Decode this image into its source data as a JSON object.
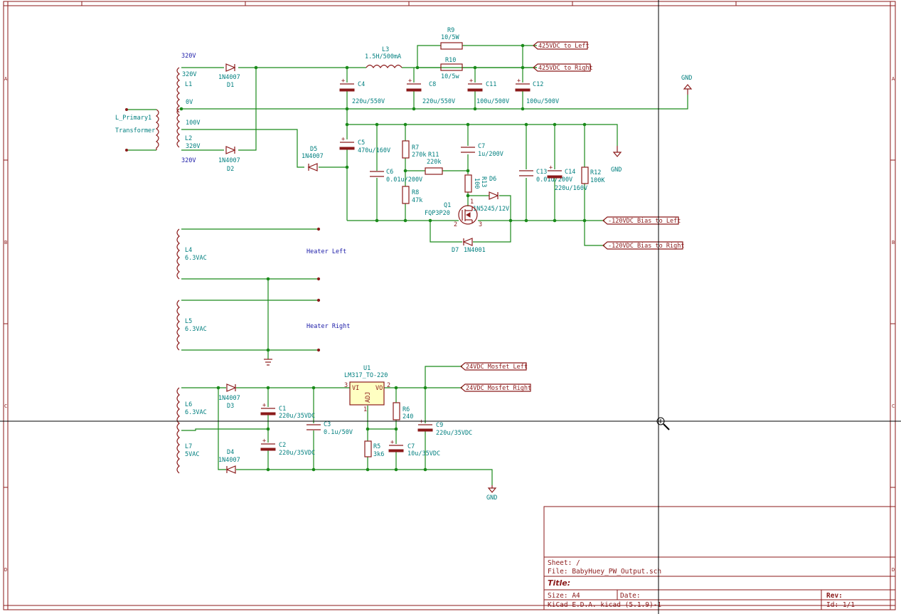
{
  "window": {
    "app": "KiCad Eeschema"
  },
  "colors": {
    "wire": "#1a8a1a",
    "component": "#8b1a1a",
    "text": "#007f7f",
    "net": "#1c1ca8",
    "background": "#ffffff"
  },
  "border": {
    "zone_letters": [
      "A",
      "B",
      "C",
      "D"
    ]
  },
  "transformer": {
    "primary_ref": "L_Primary1",
    "primary_val": "Transformer",
    "L1": "L1",
    "L2": "L2",
    "L4": "L4",
    "L4v": "6.3VAC",
    "L5": "L5",
    "L5v": "6.3VAC",
    "L6": "L6",
    "L6v": "6.3VAC",
    "L7": "L7",
    "L7v": "5VAC",
    "tap_320a": "320V",
    "tap_0v": "0V",
    "tap_100v": "100V",
    "tap_320b": "320V"
  },
  "nets": {
    "n320_top": "320V",
    "n320_bot": "320V",
    "heater_left": "Heater Left",
    "heater_right": "Heater Right"
  },
  "components": {
    "D1": {
      "ref": "D1",
      "val": "1N4007"
    },
    "D2": {
      "ref": "D2",
      "val": "1N4007"
    },
    "D3": {
      "ref": "D3",
      "val": "1N4007"
    },
    "D4": {
      "ref": "D4",
      "val": "1N4007"
    },
    "D5": {
      "ref": "D5",
      "val": "1N4007"
    },
    "D6": {
      "ref": "D6",
      "val": "1N5245/12V"
    },
    "D7": {
      "ref": "D7",
      "val": "1N4001"
    },
    "L3": {
      "ref": "L3",
      "val": "1.5H/500mA"
    },
    "R9": {
      "ref": "R9",
      "val": "10/5W"
    },
    "R10": {
      "ref": "R10",
      "val": "10/5w"
    },
    "R7": {
      "ref": "R7",
      "val": "270k"
    },
    "R11": {
      "ref": "R11",
      "val": "220k"
    },
    "R8": {
      "ref": "R8",
      "val": "47k"
    },
    "R13": {
      "ref": "R13",
      "val": "100"
    },
    "R12": {
      "ref": "R12",
      "val": "100K"
    },
    "R5": {
      "ref": "R5",
      "val": "3k6"
    },
    "R6": {
      "ref": "R6",
      "val": "240"
    },
    "C4": {
      "ref": "C4",
      "val": "220u/550V"
    },
    "C8": {
      "ref": "C8",
      "val": "220u/550V"
    },
    "C11": {
      "ref": "C11",
      "val": "100u/500V"
    },
    "C12": {
      "ref": "C12",
      "val": "100u/500V"
    },
    "C5": {
      "ref": "C5",
      "val": "470u/160V"
    },
    "C6": {
      "ref": "C6",
      "val": "0.01u/200V"
    },
    "C7a": {
      "ref": "C7",
      "val": "1u/200V"
    },
    "C13": {
      "ref": "C13",
      "val": "0.01u/200V"
    },
    "C14": {
      "ref": "C14",
      "val": "220u/160V"
    },
    "C1": {
      "ref": "C1",
      "val": "220u/35VDC"
    },
    "C2": {
      "ref": "C2",
      "val": "220u/35VDC"
    },
    "C3": {
      "ref": "C3",
      "val": "0.1u/50V"
    },
    "C7b": {
      "ref": "C7",
      "val": "10u/35VDC"
    },
    "C9": {
      "ref": "C9",
      "val": "220u/35VDC"
    },
    "Q1": {
      "ref": "Q1",
      "val": "FQP3P20"
    },
    "U1": {
      "ref": "U1",
      "val": "LM317_TO-220",
      "pin_vi": "VI",
      "pin_vo": "VO",
      "pin_adj": "ADJ",
      "pin1": "1",
      "pin2": "2",
      "pin3": "3"
    },
    "q_pin1": "1",
    "q_pin2": "2",
    "q_pin3": "3"
  },
  "gnd": {
    "g1": "GND",
    "g2": "GND",
    "g3": "GND"
  },
  "labels": {
    "l425_left": "425VDC_to_Left",
    "l425_right": "425VDC_to_Right",
    "l120_left": "-120VDC_Bias_to_Left",
    "l120_right": "-120VDC_Bias_to_Right",
    "l24_left": "24VDC_Mosfet_Left",
    "l24_right": "24VDC_Mosfet_Right"
  },
  "title_block": {
    "sheet": "Sheet: /",
    "file": "File: BabyHuey_PW_Output.sch",
    "title": "Title:",
    "size": "Size: A4",
    "date": "Date:",
    "rev": "Rev:",
    "tool": "KiCad E.D.A.  kicad (5.1.9)-1",
    "id": "Id: 1/1"
  }
}
